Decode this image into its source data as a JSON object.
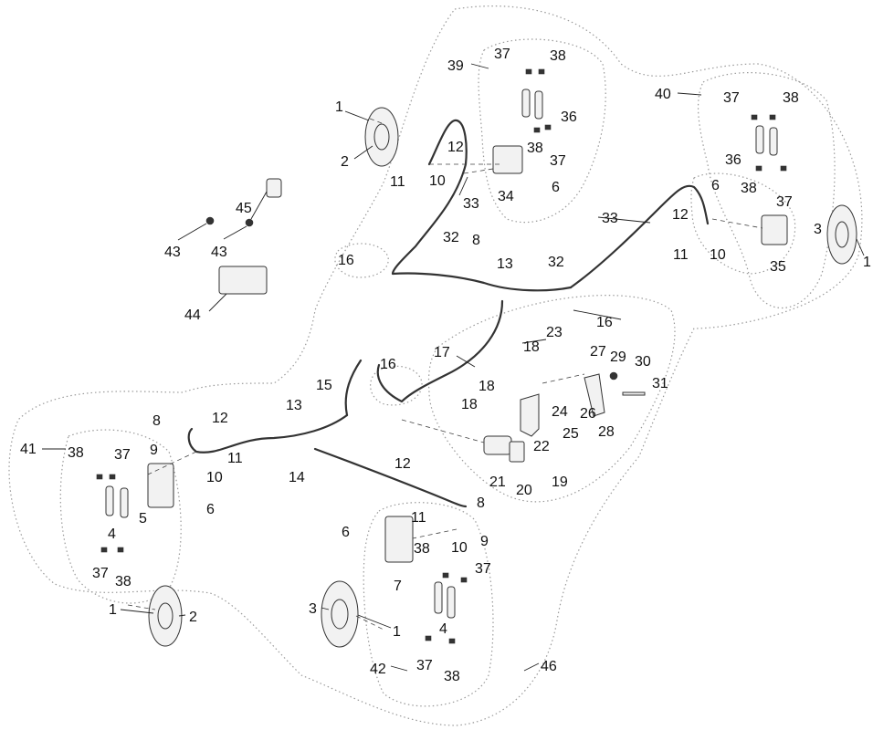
{
  "callouts": [
    {
      "id": "c1a",
      "text": "1"
    },
    {
      "id": "c2a",
      "text": "2"
    },
    {
      "id": "c1b",
      "text": "1"
    },
    {
      "id": "c2b",
      "text": "2"
    },
    {
      "id": "c1c",
      "text": "1"
    },
    {
      "id": "c3c",
      "text": "3"
    },
    {
      "id": "c1d",
      "text": "1"
    },
    {
      "id": "c3d",
      "text": "3"
    },
    {
      "id": "c4a",
      "text": "4"
    },
    {
      "id": "c5",
      "text": "5"
    },
    {
      "id": "c6a",
      "text": "6"
    },
    {
      "id": "c4b",
      "text": "4"
    },
    {
      "id": "c7",
      "text": "7"
    },
    {
      "id": "c6b",
      "text": "6"
    },
    {
      "id": "c6c",
      "text": "6"
    },
    {
      "id": "c6d",
      "text": "6"
    },
    {
      "id": "c8a",
      "text": "8"
    },
    {
      "id": "c9a",
      "text": "9"
    },
    {
      "id": "c10a",
      "text": "10"
    },
    {
      "id": "c11a",
      "text": "11"
    },
    {
      "id": "c12a",
      "text": "12"
    },
    {
      "id": "c8b",
      "text": "8"
    },
    {
      "id": "c9b",
      "text": "9"
    },
    {
      "id": "c10b",
      "text": "10"
    },
    {
      "id": "c11b",
      "text": "11"
    },
    {
      "id": "c12b",
      "text": "12"
    },
    {
      "id": "c10c",
      "text": "10"
    },
    {
      "id": "c11c",
      "text": "11"
    },
    {
      "id": "c12c",
      "text": "12"
    },
    {
      "id": "c10d",
      "text": "10"
    },
    {
      "id": "c11d",
      "text": "11"
    },
    {
      "id": "c12d",
      "text": "12"
    },
    {
      "id": "c8c",
      "text": "8"
    },
    {
      "id": "c13a",
      "text": "13"
    },
    {
      "id": "c13b",
      "text": "13"
    },
    {
      "id": "c14",
      "text": "14"
    },
    {
      "id": "c15",
      "text": "15"
    },
    {
      "id": "c16a",
      "text": "16"
    },
    {
      "id": "c16b",
      "text": "16"
    },
    {
      "id": "c16c",
      "text": "16"
    },
    {
      "id": "c17",
      "text": "17"
    },
    {
      "id": "c18a",
      "text": "18"
    },
    {
      "id": "c18b",
      "text": "18"
    },
    {
      "id": "c18c",
      "text": "18"
    },
    {
      "id": "c19",
      "text": "19"
    },
    {
      "id": "c20",
      "text": "20"
    },
    {
      "id": "c21",
      "text": "21"
    },
    {
      "id": "c22",
      "text": "22"
    },
    {
      "id": "c23",
      "text": "23"
    },
    {
      "id": "c24",
      "text": "24"
    },
    {
      "id": "c25",
      "text": "25"
    },
    {
      "id": "c26",
      "text": "26"
    },
    {
      "id": "c27",
      "text": "27"
    },
    {
      "id": "c28",
      "text": "28"
    },
    {
      "id": "c29",
      "text": "29"
    },
    {
      "id": "c30",
      "text": "30"
    },
    {
      "id": "c31",
      "text": "31"
    },
    {
      "id": "c32a",
      "text": "32"
    },
    {
      "id": "c32b",
      "text": "32"
    },
    {
      "id": "c33a",
      "text": "33"
    },
    {
      "id": "c33b",
      "text": "33"
    },
    {
      "id": "c34",
      "text": "34"
    },
    {
      "id": "c35",
      "text": "35"
    },
    {
      "id": "c36a",
      "text": "36"
    },
    {
      "id": "c36b",
      "text": "36"
    },
    {
      "id": "c37a",
      "text": "37"
    },
    {
      "id": "c38a",
      "text": "38"
    },
    {
      "id": "c38b",
      "text": "38"
    },
    {
      "id": "c37b",
      "text": "37"
    },
    {
      "id": "c37c",
      "text": "37"
    },
    {
      "id": "c38c",
      "text": "38"
    },
    {
      "id": "c38d",
      "text": "38"
    },
    {
      "id": "c37d",
      "text": "37"
    },
    {
      "id": "c38e",
      "text": "38"
    },
    {
      "id": "c37e",
      "text": "37"
    },
    {
      "id": "c37f",
      "text": "37"
    },
    {
      "id": "c38f",
      "text": "38"
    },
    {
      "id": "c38g",
      "text": "38"
    },
    {
      "id": "c37g",
      "text": "37"
    },
    {
      "id": "c37h",
      "text": "37"
    },
    {
      "id": "c38h",
      "text": "38"
    },
    {
      "id": "c39",
      "text": "39"
    },
    {
      "id": "c40",
      "text": "40"
    },
    {
      "id": "c41",
      "text": "41"
    },
    {
      "id": "c42",
      "text": "42"
    },
    {
      "id": "c43a",
      "text": "43"
    },
    {
      "id": "c43b",
      "text": "43"
    },
    {
      "id": "c44",
      "text": "44"
    },
    {
      "id": "c45",
      "text": "45"
    },
    {
      "id": "c46",
      "text": "46"
    }
  ]
}
